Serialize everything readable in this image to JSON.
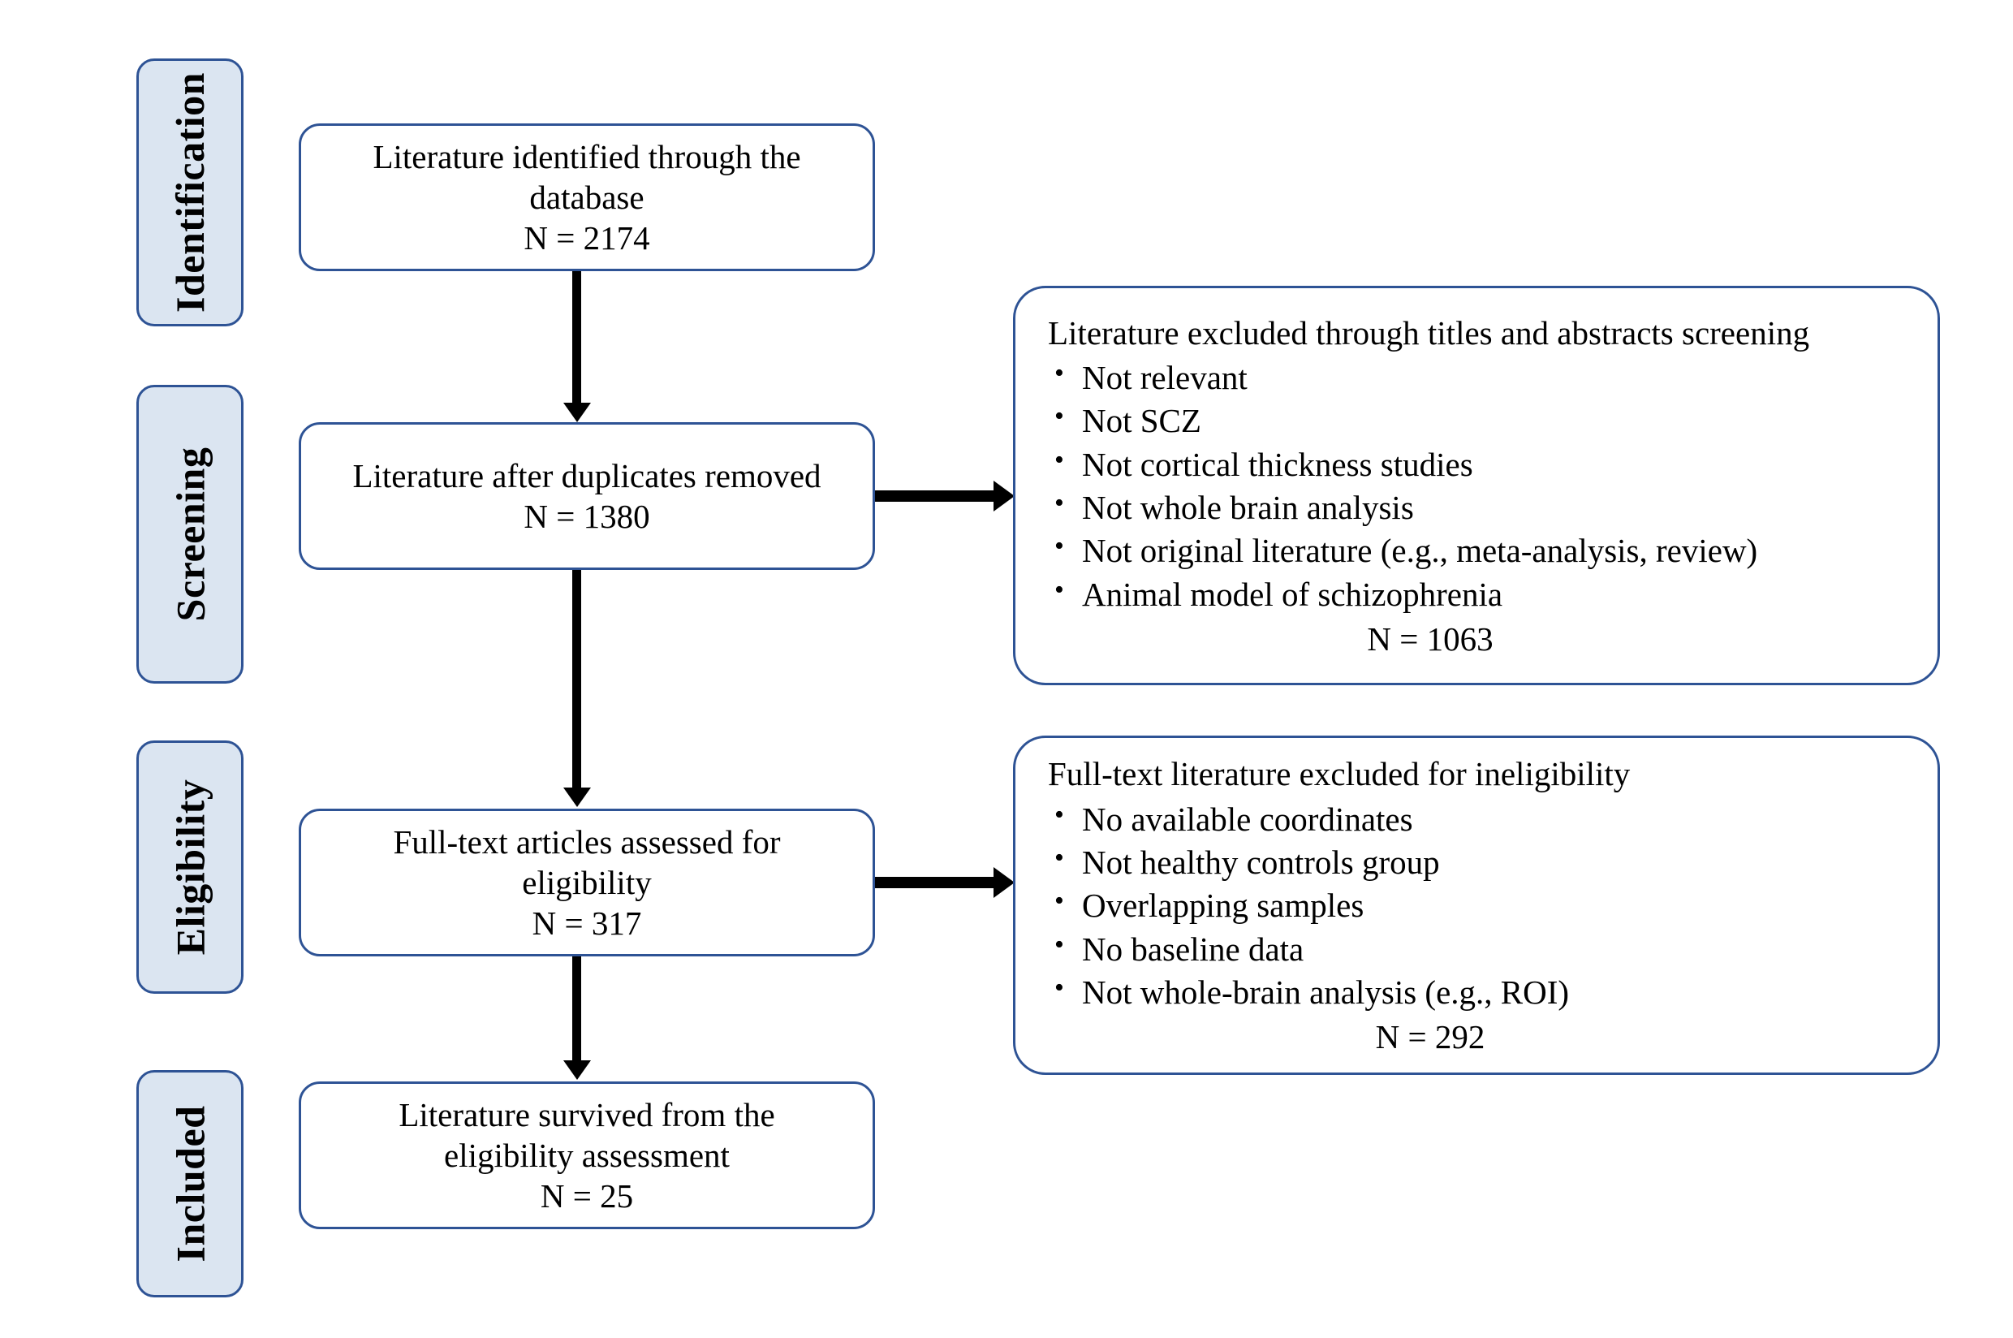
{
  "diagram": {
    "title": "PRISMA literature selection flow diagram",
    "colors": {
      "stage_fill": "#dbe5f1",
      "box_border": "#2e5395",
      "box_fill": "#ffffff",
      "arrow": "#000000",
      "text": "#000000"
    }
  },
  "stages": [
    {
      "label": "Identification"
    },
    {
      "label": "Screening"
    },
    {
      "label": "Eligibility"
    },
    {
      "label": "Included"
    }
  ],
  "flow_boxes": [
    {
      "id": "identified",
      "lines": [
        "Literature identified through the",
        "database",
        "N = 2174"
      ],
      "count_label": "N = 2174",
      "count": 2174
    },
    {
      "id": "after-duplicates",
      "lines": [
        "Literature after duplicates removed",
        "N = 1380"
      ],
      "count_label": "N = 1380",
      "count": 1380
    },
    {
      "id": "full-text-assessed",
      "lines": [
        "Full-text articles assessed for",
        "eligibility",
        "N = 317"
      ],
      "count_label": "N = 317",
      "count": 317
    },
    {
      "id": "included",
      "lines": [
        "Literature survived from the",
        "eligibility assessment",
        "N = 25"
      ],
      "count_label": "N = 25",
      "count": 25
    }
  ],
  "exclusion_boxes": [
    {
      "id": "screening-excluded",
      "title": "Literature excluded through titles and abstracts screening",
      "reasons": [
        "Not relevant",
        "Not SCZ",
        "Not cortical thickness studies",
        "Not  whole brain analysis",
        "Not original literature (e.g., meta-analysis, review)",
        "Animal model of schizophrenia"
      ],
      "total_label": "N = 1063",
      "total": 1063
    },
    {
      "id": "eligibility-excluded",
      "title": "Full-text literature excluded for ineligibility",
      "reasons": [
        "No available coordinates",
        "Not healthy controls group",
        "Overlapping samples",
        "No baseline data",
        "Not whole-brain analysis (e.g., ROI)"
      ],
      "total_label": "N = 292",
      "total": 292
    }
  ]
}
